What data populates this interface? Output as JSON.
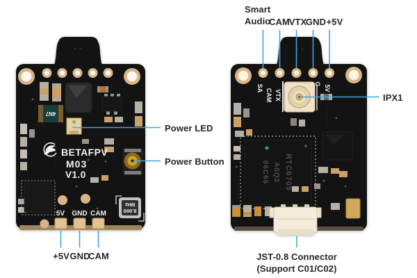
{
  "annotation_color": "#3FA6DB",
  "front_board": {
    "view": "front",
    "silkscreen": {
      "brand": "BETAFPV",
      "model": "M03",
      "version": "V1.0",
      "pad_labels": [
        "5V",
        "GND",
        "CAM"
      ],
      "inductor_marking": "4N7",
      "crystal_marking_line1": "8.000",
      "crystal_marking_line2": "MHz"
    },
    "annotations": {
      "power_led": "Power LED",
      "power_button": "Power Button",
      "bottom_pins": [
        "+5V",
        "GND",
        "CAM"
      ]
    }
  },
  "back_board": {
    "view": "back",
    "silkscreen": {
      "pin_labels": [
        "SA",
        "CAM",
        "VTX",
        "G",
        "5V"
      ],
      "chip_marking": [
        "RTC6705",
        "A0Q3",
        "06C66"
      ]
    },
    "annotations": {
      "top_pin_smart_line1": "Smart",
      "top_pin_smart_line2": "Audio",
      "top_pins": [
        "CAM",
        "VTX",
        "GND",
        "+5V"
      ],
      "ipx": "IPX1",
      "jst_line1": "JST-0.8 Connector",
      "jst_line2": "(Support C01/C02)"
    }
  }
}
